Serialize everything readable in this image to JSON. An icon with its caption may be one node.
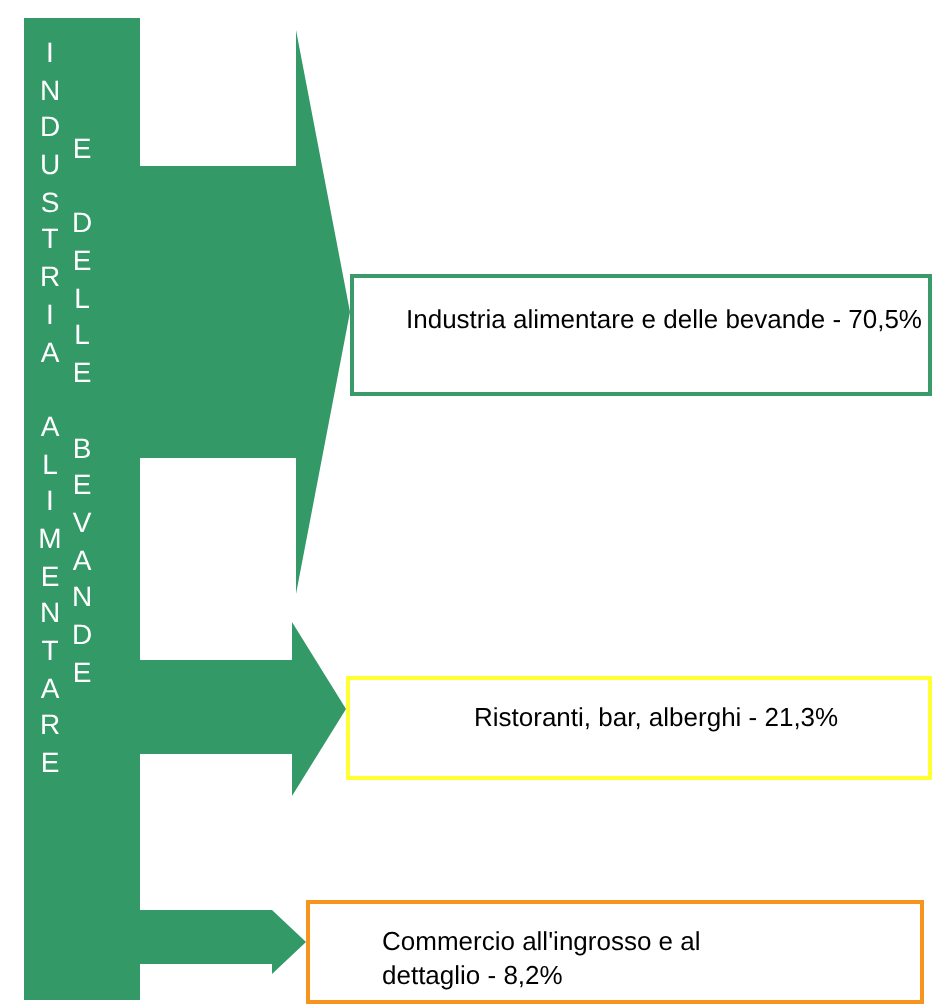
{
  "diagram": {
    "nodes": [
      {
        "text": [
          "INDUSTRIA ALIMENTARE",
          "E DELLE BEVANDE"
        ]
      },
      {
        "text": [
          "Industria alimentare e  delle bevande - 70,5%"
        ]
      },
      {
        "text": [
          "Ristoranti, bar, alberghi - 21,3%"
        ]
      },
      {
        "text": [
          "Commercio all'ingrosso e al dettaglio - 8,2%"
        ]
      }
    ],
    "edges": [
      {
        "from": 0,
        "to": 1,
        "arrow": "to"
      },
      {
        "from": 0,
        "to": 2,
        "arrow": "to"
      },
      {
        "from": 0,
        "to": 3,
        "arrow": "to"
      }
    ]
  }
}
